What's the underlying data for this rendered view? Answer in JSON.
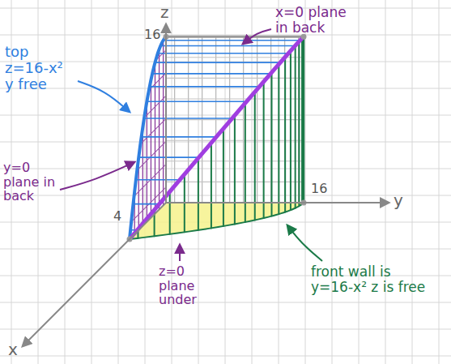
{
  "diagram": {
    "labels": [
      "z",
      "16",
      "x=0 plane in back",
      "top z=16-x² y free",
      "y=0 plane in back",
      "4",
      "z=0 plane under",
      "front wall is y=16-x² z is free",
      "16",
      "y",
      "x"
    ]
  }
}
